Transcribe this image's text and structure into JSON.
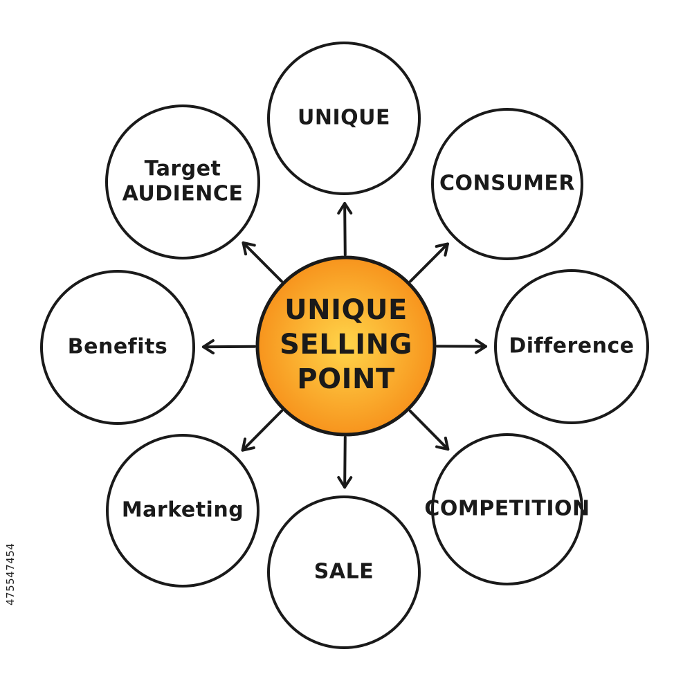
{
  "center": {
    "lines": [
      "UNIQUE",
      "SELLING",
      "POINT"
    ],
    "fill_inner": "#ffd54a",
    "fill_outer": "#f7941d"
  },
  "nodes": [
    {
      "id": "unique",
      "lines": [
        "UNIQUE"
      ]
    },
    {
      "id": "consumer",
      "lines": [
        "CONSUMER"
      ]
    },
    {
      "id": "difference",
      "lines": [
        "Difference"
      ]
    },
    {
      "id": "competition",
      "lines": [
        "COMPETITION"
      ]
    },
    {
      "id": "sale",
      "lines": [
        "SALE"
      ]
    },
    {
      "id": "marketing",
      "lines": [
        "Marketing"
      ]
    },
    {
      "id": "benefits",
      "lines": [
        "Benefits"
      ]
    },
    {
      "id": "target-audience",
      "lines": [
        "Target",
        "AUDIENCE"
      ]
    }
  ],
  "stroke_color": "#1a1a1a",
  "side_id": "475547454"
}
